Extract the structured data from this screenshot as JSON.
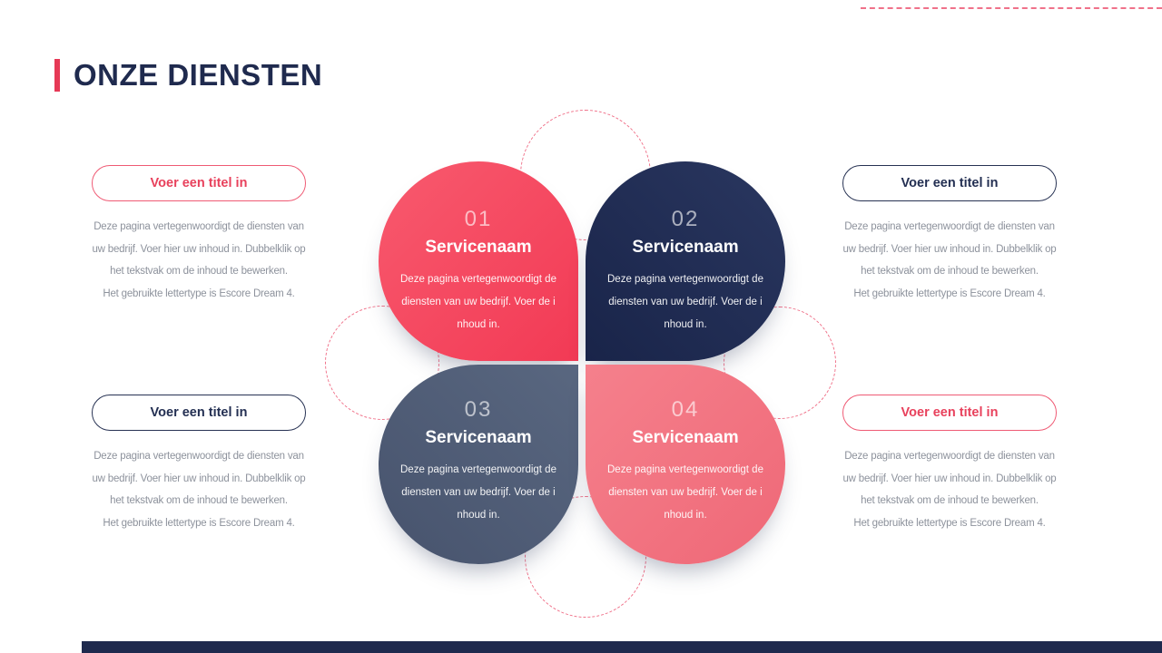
{
  "page": {
    "title": "ONZE DIENSTEN"
  },
  "colors": {
    "accent_red": "#e8415c",
    "navy": "#1f2a4e",
    "slate_blue": "#51607c",
    "coral": "#f3717f",
    "dashed_pink": "#f0728a",
    "body_gray": "#8d929c"
  },
  "petals": [
    {
      "number": "01",
      "name": "Servicenaam",
      "desc": "Deze pagina vertegenwoordigt de diensten van uw bedrijf. Voer de inhoud in."
    },
    {
      "number": "02",
      "name": "Servicenaam",
      "desc": "Deze pagina vertegenwoordigt de diensten van uw bedrijf. Voer de inhoud in."
    },
    {
      "number": "03",
      "name": "Servicenaam",
      "desc": "Deze pagina vertegenwoordigt de diensten van uw bedrijf. Voer de inhoud in."
    },
    {
      "number": "04",
      "name": "Servicenaam",
      "desc": "Deze pagina vertegenwoordigt de diensten van uw bedrijf. Voer de inhoud in."
    }
  ],
  "side_blocks": [
    {
      "button": "Voer een titel in",
      "accent": "red",
      "text": "Deze pagina vertegenwoordigt de diensten van uw bedrijf. Voer hier uw inhoud in. Dubbelklik op het tekstvak om de inhoud te bewerken.",
      "note": "Het gebruikte lettertype is Escore Dream 4."
    },
    {
      "button": "Voer een titel in",
      "accent": "navy",
      "text": "Deze pagina vertegenwoordigt de diensten van uw bedrijf. Voer hier uw inhoud in. Dubbelklik op het tekstvak om de inhoud te bewerken.",
      "note": "Het gebruikte lettertype is Escore Dream 4."
    },
    {
      "button": "Voer een titel in",
      "accent": "navy",
      "text": "Deze pagina vertegenwoordigt de diensten van uw bedrijf. Voer hier uw inhoud in. Dubbelklik op het tekstvak om de inhoud te bewerken.",
      "note": "Het gebruikte lettertype is Escore Dream 4."
    },
    {
      "button": "Voer een titel in",
      "accent": "red",
      "text": "Deze pagina vertegenwoordigt de diensten van uw bedrijf. Voer hier uw inhoud in. Dubbelklik op het tekstvak om de inhoud te bewerken.",
      "note": "Het gebruikte lettertype is Escore Dream 4."
    }
  ]
}
